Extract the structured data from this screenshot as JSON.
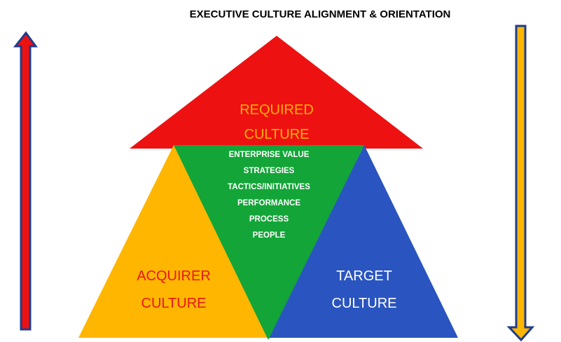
{
  "title": "EXECUTIVE CULTURE ALIGNMENT & ORIENTATION",
  "required": {
    "line1": "REQUIRED",
    "line2": "CULTURE",
    "fill": "#ee1111",
    "text_color": "#ffb000"
  },
  "acquirer": {
    "line1": "ACQUIRER",
    "line2": "CULTURE",
    "fill": "#ffb600",
    "text_color": "#e81818"
  },
  "target": {
    "line1": "TARGET",
    "line2": "CULTURE",
    "fill": "#2a55c0",
    "text_color": "#ffffff"
  },
  "center": {
    "fill": "#13a538",
    "text_color": "#ffffff",
    "items": [
      "ENTERPRISE VALUE",
      "STRATEGIES",
      "TACTICS/INITIATIVES",
      "PERFORMANCE",
      "PROCESS",
      "PEOPLE"
    ]
  },
  "arrows": {
    "left": {
      "icon": "up-arrow-icon",
      "fill": "#ee1111",
      "stroke": "#1f3d8c"
    },
    "right": {
      "icon": "down-arrow-icon",
      "fill": "#ffb600",
      "stroke": "#1f3d8c"
    }
  }
}
